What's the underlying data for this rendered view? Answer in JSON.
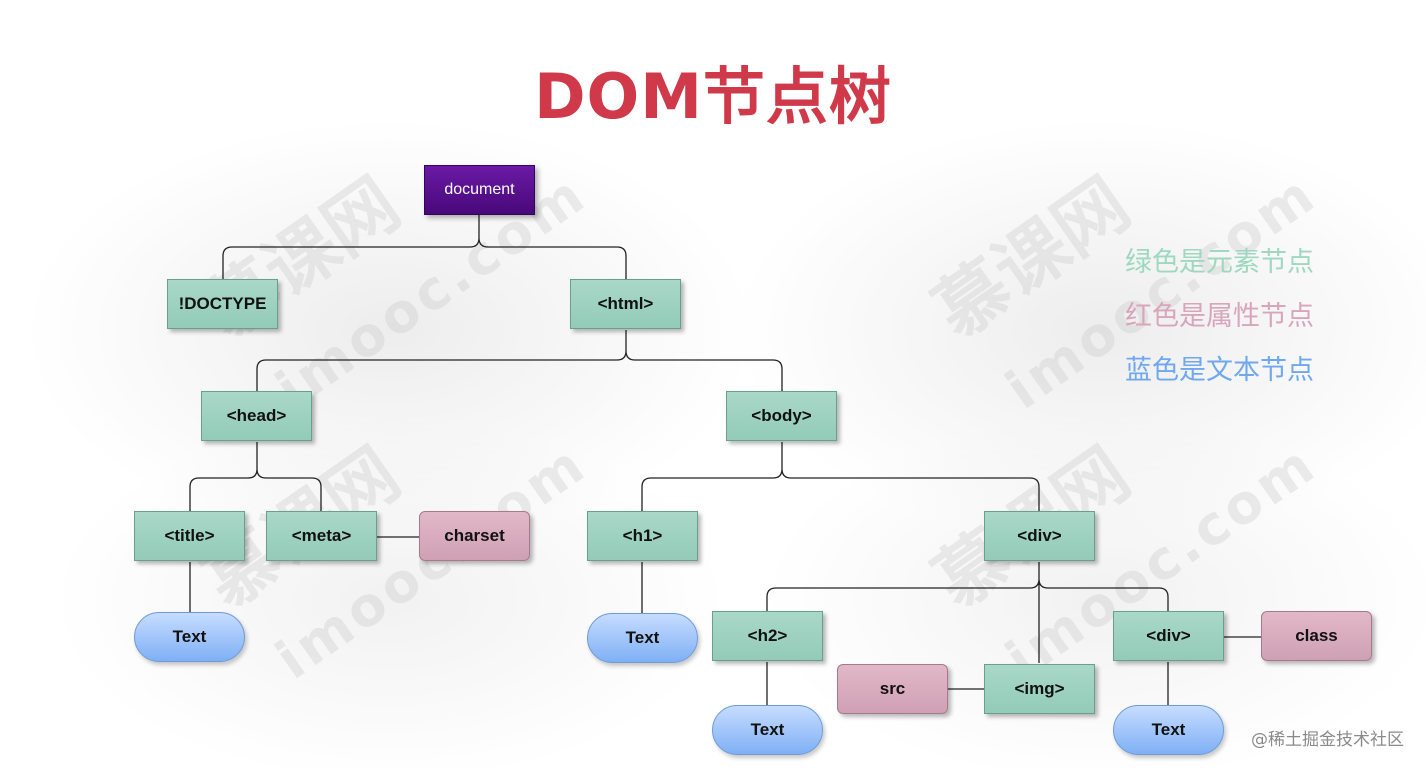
{
  "title": "DOM节点树",
  "nodes": {
    "document": "document",
    "doctype": "!DOCTYPE",
    "html": "<html>",
    "head": "<head>",
    "body": "<body>",
    "title_el": "<title>",
    "meta": "<meta>",
    "charset": "charset",
    "h1": "<h1>",
    "div": "<div>",
    "text_title": "Text",
    "text_h1": "Text",
    "h2": "<h2>",
    "img": "<img>",
    "src": "src",
    "div_inner": "<div>",
    "class_attr": "class",
    "text_h2": "Text",
    "text_div": "Text"
  },
  "legend": [
    {
      "text": "绿色是元素节点",
      "color": "#9fd8c2"
    },
    {
      "text": "红色是属性节点",
      "color": "#d8a5bb"
    },
    {
      "text": "蓝色是文本节点",
      "color": "#6fa8ee"
    }
  ],
  "credit": "@稀土掘金技术社区",
  "watermark": {
    "brand": "慕课网",
    "domain": "imooc.com"
  },
  "colors": {
    "title": "#d0394a",
    "element_node": "#a9d8c8",
    "attribute_node": "#d9adc0",
    "text_node": "#7fb0f5",
    "root_node": "#58108a"
  }
}
